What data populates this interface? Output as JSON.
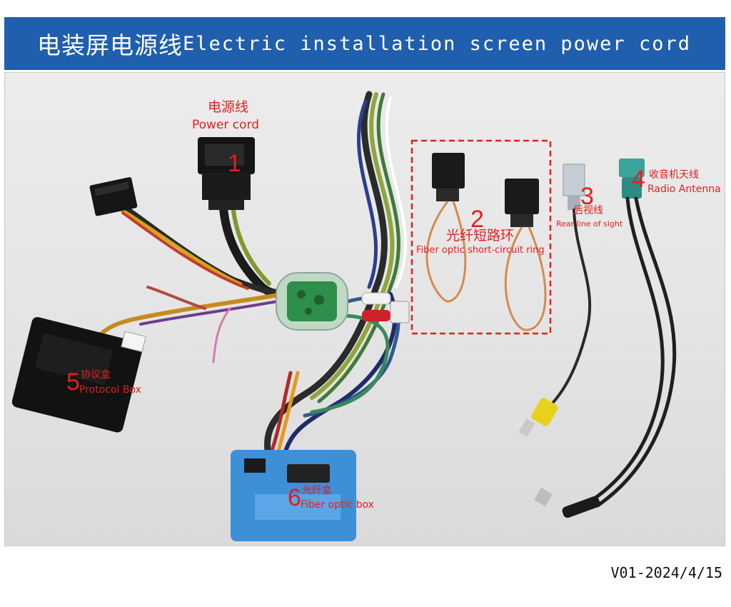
{
  "header": {
    "title_cn": "电装屏电源线",
    "title_en": "Electric installation screen power cord"
  },
  "labels": {
    "power_cord": {
      "number": "1",
      "cn": "电源线",
      "en": "Power cord"
    },
    "fiber_ring": {
      "number": "2",
      "cn": "光纤短路环",
      "en": "Fiber optic short-circuit ring"
    },
    "rear_sight": {
      "number": "3",
      "cn": "后视线",
      "en": "Rear line of sight"
    },
    "radio_antenna": {
      "number": "4",
      "cn": "收音机天线",
      "en": "Radio Antenna"
    },
    "protocol_box": {
      "number": "5",
      "cn": "协议盒",
      "en": "Protocol Box"
    },
    "fiber_box": {
      "number": "6",
      "cn": "光纤盒",
      "en": "Fiber optic box"
    }
  },
  "colors": {
    "banner": "#1f5fad",
    "label": "#e41e1e"
  },
  "footer": {
    "version": "V01-2024/4/15"
  }
}
